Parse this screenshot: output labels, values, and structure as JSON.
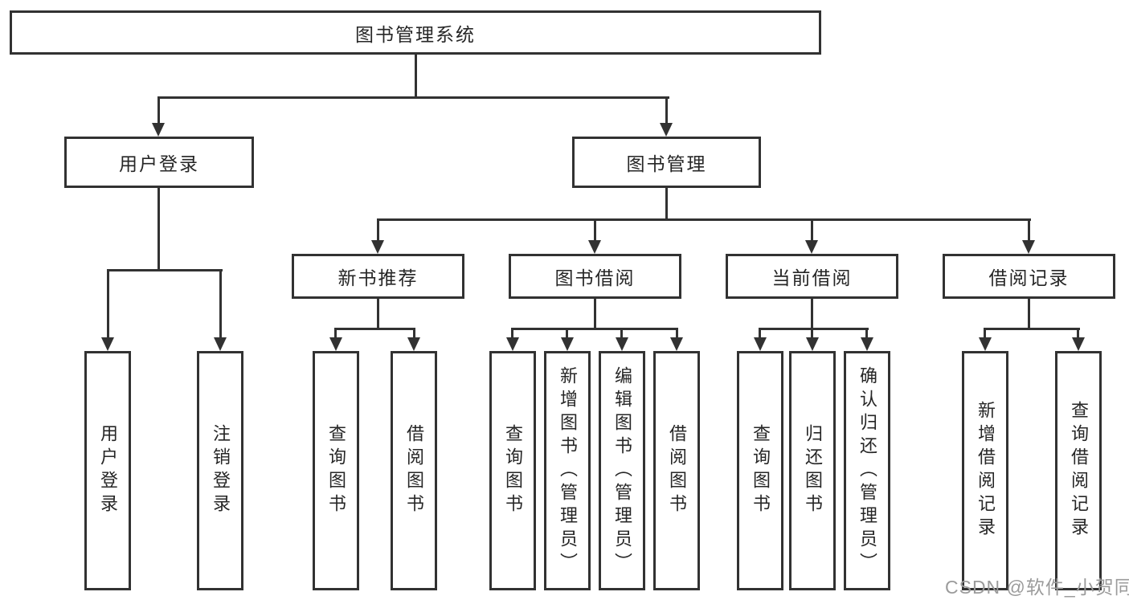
{
  "diagram": {
    "root": {
      "label": "图书管理系统"
    },
    "user": {
      "label": "用户登录",
      "children": [
        "用户登录",
        "注销登录"
      ]
    },
    "management": {
      "label": "图书管理",
      "sections": [
        {
          "label": "新书推荐",
          "children": [
            "查询图书",
            "借阅图书"
          ]
        },
        {
          "label": "图书借阅",
          "children": [
            "查询图书",
            "新增图书（管理员）",
            "编辑图书（管理员）",
            "借阅图书"
          ]
        },
        {
          "label": "当前借阅",
          "children": [
            "查询图书",
            "归还图书",
            "确认归还（管理员）"
          ]
        },
        {
          "label": "借阅记录",
          "children": [
            "新增借阅记录",
            "查询借阅记录"
          ]
        }
      ]
    },
    "watermark": {
      "label": "CSDN @软件_小贺同学"
    },
    "colors": {
      "line": "#323232",
      "text": "#262626",
      "background": "#ffffff",
      "watermark": "#9b9b9b"
    }
  }
}
